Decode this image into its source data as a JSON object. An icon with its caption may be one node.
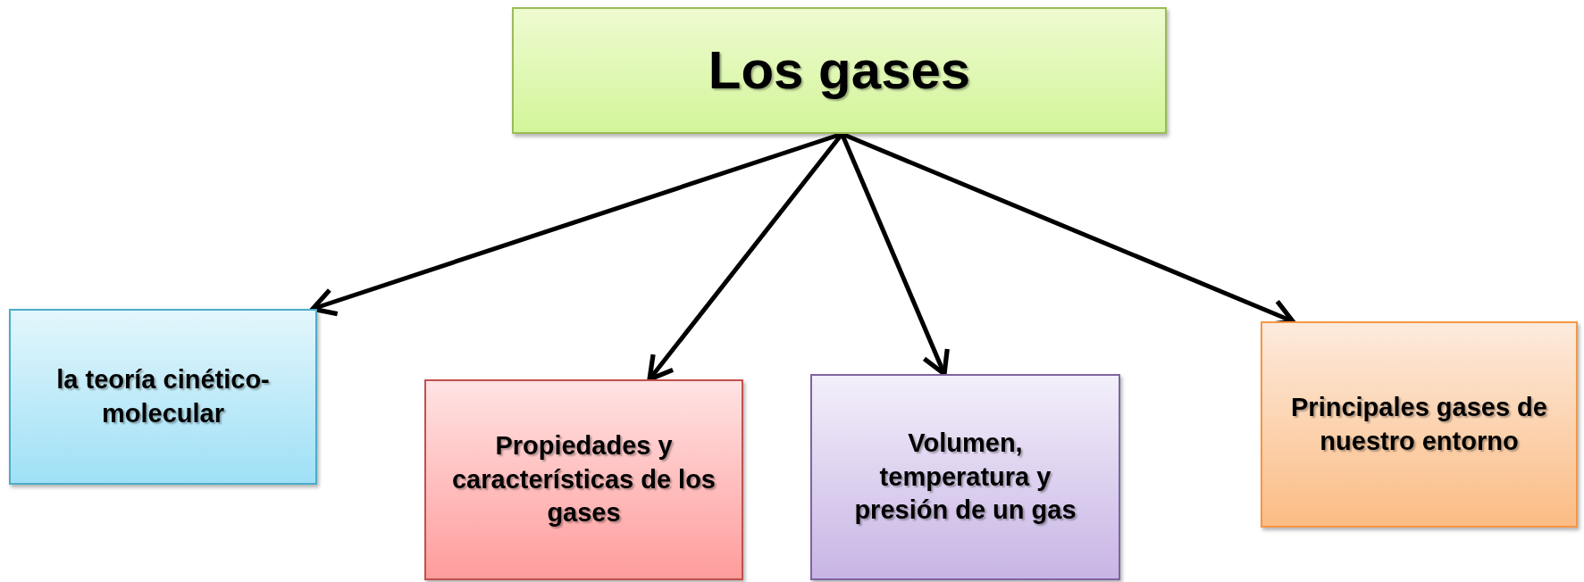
{
  "diagram": {
    "nodes": [
      {
        "text": [
          "Los gases"
        ]
      },
      {
        "text": [
          "la teoría cinético-molecular"
        ]
      },
      {
        "text": [
          "Propiedades y características de los gases"
        ]
      },
      {
        "text": [
          "Volumen, temperatura y presión de un gas"
        ]
      },
      {
        "text": [
          "Principales gases de nuestro entorno"
        ]
      }
    ],
    "edges": [
      {
        "from": 0,
        "to": 1,
        "arrow": "to"
      },
      {
        "from": 0,
        "to": 2,
        "arrow": "to"
      },
      {
        "from": 0,
        "to": 3,
        "arrow": "to"
      },
      {
        "from": 0,
        "to": 4,
        "arrow": "to"
      }
    ]
  }
}
